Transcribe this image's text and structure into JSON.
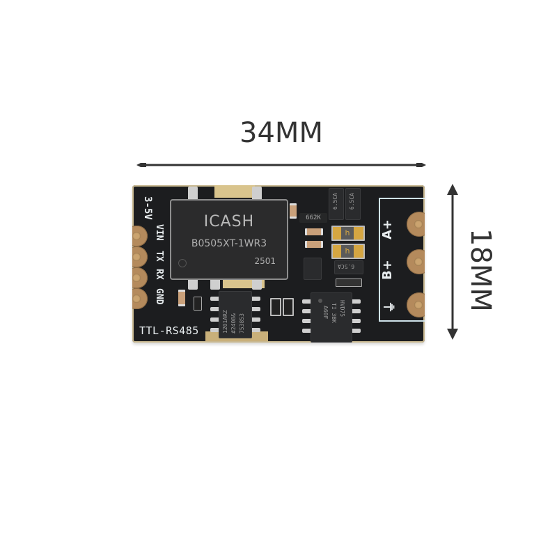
{
  "dimensions": {
    "width_label": "34MM",
    "height_label": "18MM"
  },
  "board": {
    "name": "TTL-RS485",
    "supply_label": "3-5V",
    "left_pins": [
      "VIN",
      "TX",
      "RX",
      "GND"
    ],
    "right_terminals": [
      "A+",
      "B+",
      "⏚"
    ]
  },
  "components": {
    "isolator": {
      "brand": "ICASH",
      "part": "B0505XT-1WR3",
      "date_code": "2501"
    },
    "left_soic": {
      "lines": [
        "1201ARZ",
        "#2408&",
        "753853"
      ]
    },
    "right_soic": {
      "lines": [
        "HVD75",
        "TI 3BK",
        "A60F"
      ]
    },
    "tvs_diodes": [
      "6.5CA",
      "6.5CA",
      "6.5CA"
    ],
    "resistor_code": "662K",
    "fuse_marking": "h"
  },
  "colors": {
    "pcb": "#1d1e20",
    "silkscreen": "#e9eef0",
    "pad_gold": "#b48a5c",
    "dimension_ink": "#333333"
  }
}
